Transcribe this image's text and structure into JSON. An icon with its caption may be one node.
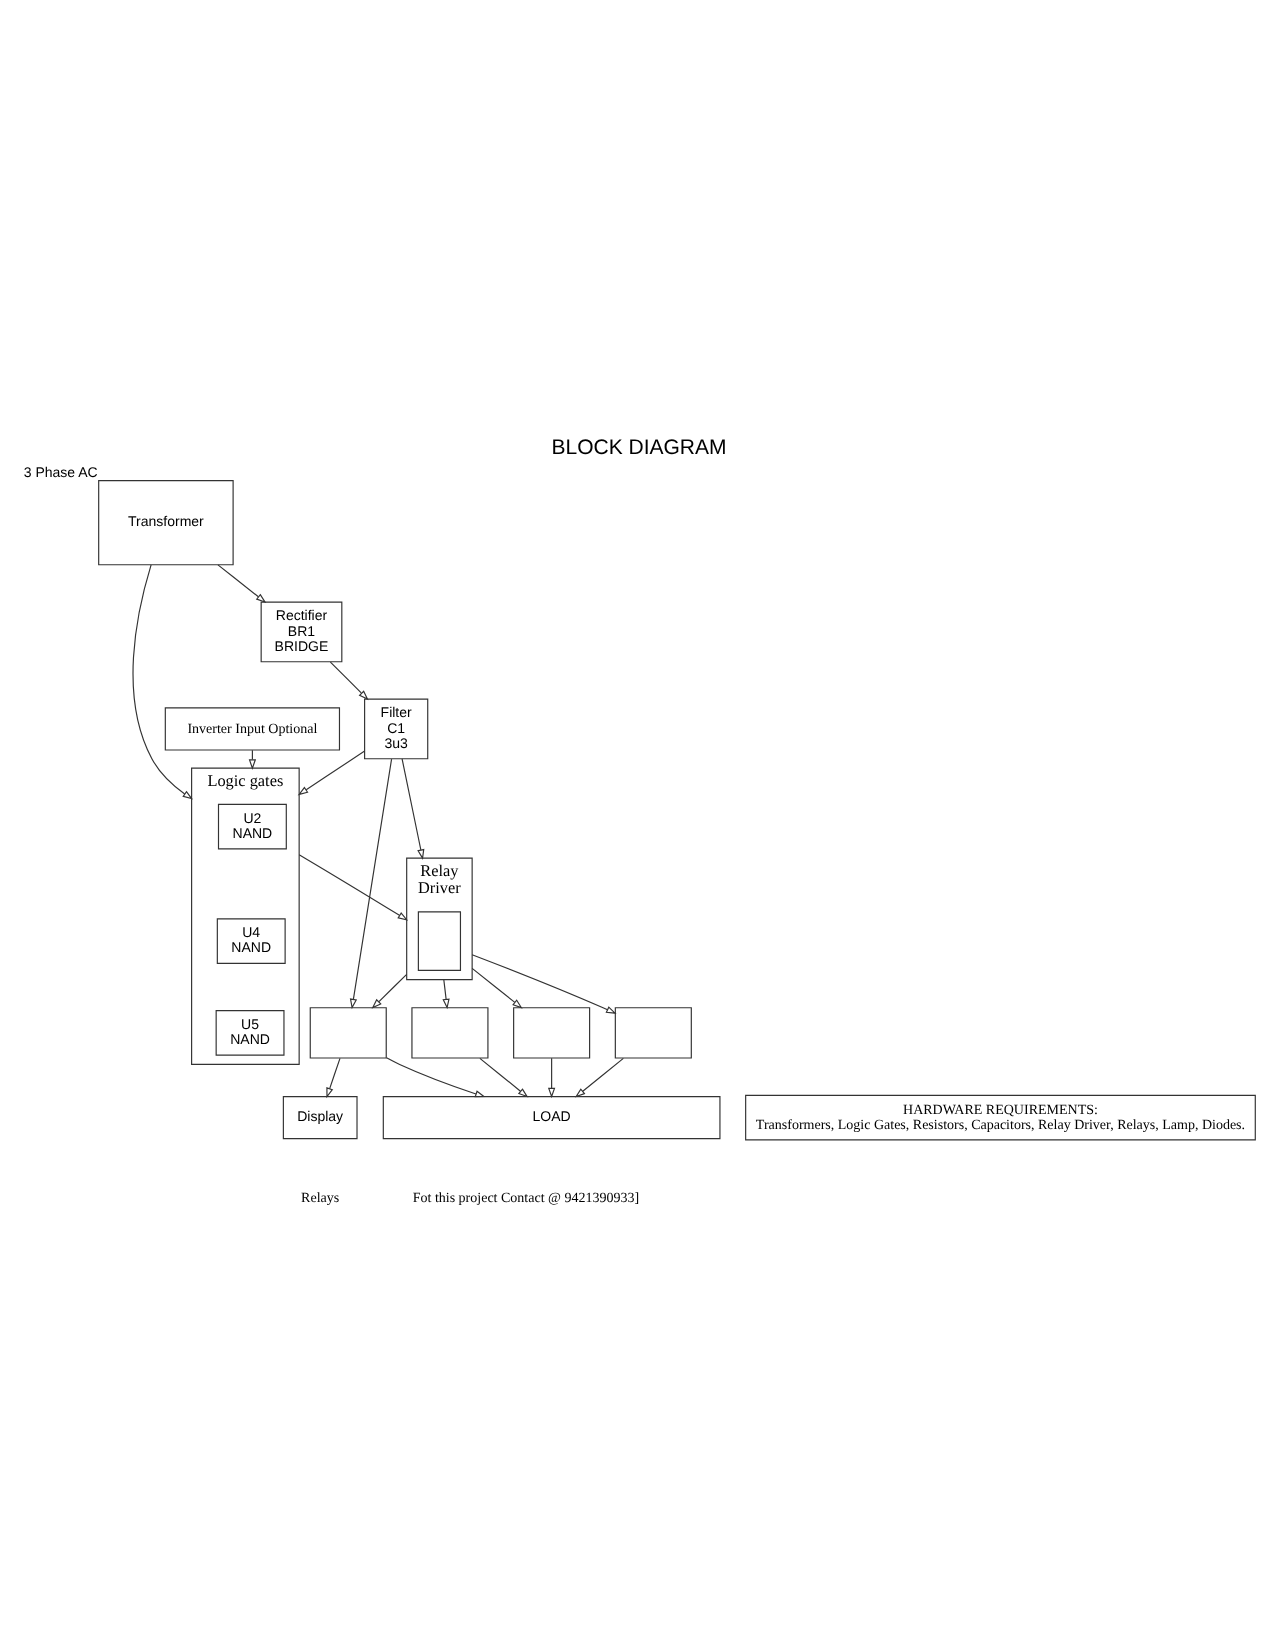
{
  "diagram": {
    "title": "BLOCK DIAGRAM",
    "nodes": [
      {
        "text": [
          "Rectifier",
          "BR1",
          "BRIDGE"
        ]
      },
      {
        "text": [
          "Filter",
          "C1",
          "3u3"
        ]
      },
      {
        "text": [
          "Display"
        ]
      },
      {
        "text": [
          "Transformer"
        ],
        "beside": [
          "3 Phase AC"
        ]
      },
      {
        "text": [
          "Logic gates"
        ]
      },
      {
        "text": [
          "U2",
          "NAND"
        ],
        "in": 4
      },
      {
        "text": [
          "U4",
          "NAND"
        ],
        "in": 4
      },
      {
        "text": [
          "U5",
          "NAND"
        ],
        "in": 4
      },
      {
        "text": [
          "Relay",
          "Driver"
        ]
      },
      {
        "text": [],
        "shape": "box",
        "in": 8
      },
      {
        "text": [],
        "shape": "box"
      },
      {
        "text": [],
        "shape": "box"
      },
      {
        "text": [],
        "shape": "box"
      },
      {
        "text": [],
        "shape": "box"
      },
      {
        "text": [
          "LOAD"
        ]
      },
      {
        "text": [
          "Inverter Input Optional"
        ]
      },
      {
        "text": [
          "HARDWARE REQUIREMENTS:",
          "Transformers, Logic Gates, Resistors, Capacitors, Relay Driver, Relays, Lamp, Diodes."
        ]
      }
    ],
    "edges": [
      {
        "from": 3,
        "to": 0,
        "arrow": "to"
      },
      {
        "from": 0,
        "to": 1,
        "arrow": "to"
      },
      {
        "from": 1,
        "to": 8,
        "arrow": "to"
      },
      {
        "from": 1,
        "to": 4,
        "arrow": "to"
      },
      {
        "from": 1,
        "to": 10,
        "arrow": "to"
      },
      {
        "from": 10,
        "to": 2,
        "arrow": "to"
      },
      {
        "from": 3,
        "to": 4,
        "arrow": "to"
      },
      {
        "from": 15,
        "to": 4,
        "arrow": "to"
      },
      {
        "from": 4,
        "to": 8,
        "arrow": "to"
      },
      {
        "from": 8,
        "to": 10,
        "arrow": "to"
      },
      {
        "from": 8,
        "to": 11,
        "arrow": "to"
      },
      {
        "from": 8,
        "to": 12,
        "arrow": "to"
      },
      {
        "from": 8,
        "to": 13,
        "arrow": "to"
      },
      {
        "from": 10,
        "to": 14,
        "arrow": "to"
      },
      {
        "from": 11,
        "to": 14,
        "arrow": "to"
      },
      {
        "from": 12,
        "to": 14,
        "arrow": "to"
      },
      {
        "from": 13,
        "to": 14,
        "arrow": "to"
      }
    ],
    "labels": [
      "Relays",
      "Fot this project Contact @ 9421390933]"
    ]
  }
}
